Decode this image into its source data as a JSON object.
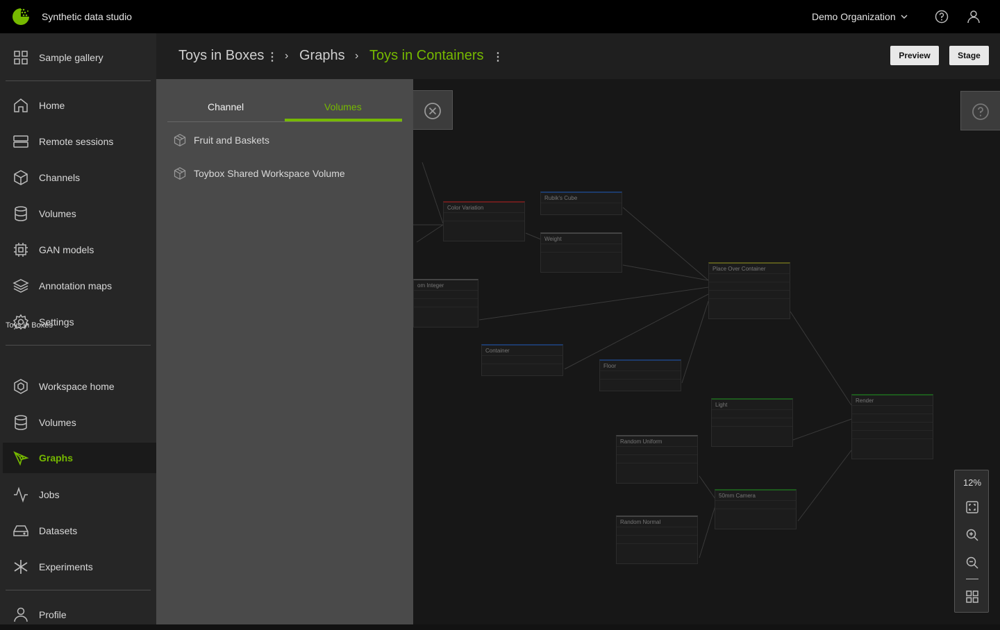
{
  "app": {
    "title": "Synthetic data studio"
  },
  "topbar": {
    "organization": "Demo Organization",
    "help_icon": "help-circle-icon",
    "user_icon": "user-icon"
  },
  "sidebar": {
    "items": [
      {
        "label": "Sample gallery",
        "icon": "grid-icon"
      },
      {
        "label": "Home",
        "icon": "home-icon"
      },
      {
        "label": "Remote sessions",
        "icon": "server-icon"
      },
      {
        "label": "Channels",
        "icon": "cube-icon"
      },
      {
        "label": "Volumes",
        "icon": "database-icon"
      },
      {
        "label": "GAN models",
        "icon": "chip-icon"
      },
      {
        "label": "Annotation maps",
        "icon": "layers-icon"
      },
      {
        "label": "Settings",
        "icon": "gear-icon"
      }
    ],
    "workspace_label": "Toys in Boxes",
    "workspace_items": [
      {
        "label": "Workspace home",
        "icon": "workspace-cube-icon"
      },
      {
        "label": "Volumes",
        "icon": "database-icon"
      },
      {
        "label": "Graphs",
        "icon": "graph-pen-icon"
      },
      {
        "label": "Jobs",
        "icon": "activity-icon"
      },
      {
        "label": "Datasets",
        "icon": "drive-icon"
      },
      {
        "label": "Experiments",
        "icon": "experiment-icon"
      }
    ],
    "bottom_items": [
      {
        "label": "Profile",
        "icon": "user-icon"
      }
    ]
  },
  "header": {
    "breadcrumbs": [
      "Toys in Boxes",
      "Graphs",
      "Toys in Containers"
    ],
    "separator": "›",
    "kebab": "⋮",
    "preview_label": "Preview",
    "stage_label": "Stage"
  },
  "panel": {
    "tabs": [
      "Channel",
      "Volumes"
    ],
    "active_tab": "Volumes",
    "volumes": [
      "Fruit and Baskets",
      "Toybox Shared Workspace Volume"
    ]
  },
  "zoom": {
    "level": "12%"
  },
  "graph": {
    "nodes": [
      "Color Variation",
      "Rubik's Cube",
      "Weight",
      "om Integer",
      "Place Over Container",
      "Container",
      "Floor",
      "Light",
      "Render",
      "Random Uniform",
      "50mm Camera",
      "Random Normal"
    ]
  },
  "colors": {
    "accent": "#76b900",
    "sidebar_bg": "#262626",
    "panel_bg": "#4a4a4a",
    "topbar_bg": "#000000"
  }
}
